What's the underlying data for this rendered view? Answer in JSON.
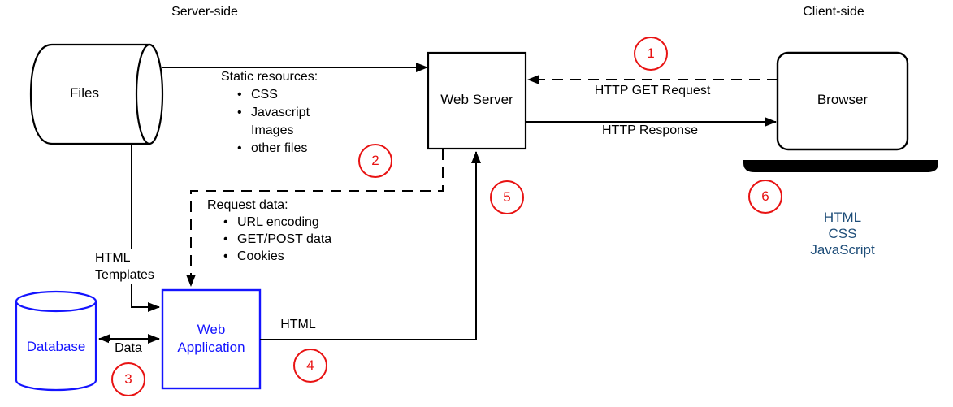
{
  "regions": {
    "server_side": "Server-side",
    "client_side": "Client-side"
  },
  "nodes": {
    "files": {
      "label": "Files",
      "shape": "horizontal-cylinder",
      "color": "#000000"
    },
    "web_server": {
      "label": "Web Server",
      "shape": "rectangle",
      "color": "#000000"
    },
    "browser": {
      "label": "Browser",
      "shape": "rounded-rectangle",
      "color": "#000000"
    },
    "database": {
      "label": "Database",
      "shape": "cylinder",
      "color": "#1414ff"
    },
    "web_application": {
      "label": "Web\nApplication",
      "shape": "rectangle",
      "color": "#1414ff"
    }
  },
  "edges": {
    "static_resources": {
      "title": "Static resources:",
      "items": [
        "CSS",
        "Javascript\nImages",
        "other files"
      ],
      "style": "solid",
      "from": "files",
      "to": "web_server"
    },
    "http_get_request": {
      "label": "HTTP GET Request",
      "style": "dashed",
      "from": "browser",
      "to": "web_server"
    },
    "http_response": {
      "label": "HTTP Response",
      "style": "solid",
      "from": "web_server",
      "to": "browser"
    },
    "request_data": {
      "title": "Request data:",
      "items": [
        "URL encoding",
        "GET/POST data",
        "Cookies"
      ],
      "style": "dashed",
      "from": "web_server",
      "to": "web_application"
    },
    "html_templates": {
      "label": "HTML\nTemplates",
      "style": "solid",
      "from": "files",
      "to": "web_application"
    },
    "data": {
      "label": "Data",
      "style": "solid-bidirectional",
      "from": "database",
      "to": "web_application"
    },
    "html": {
      "label": "HTML",
      "style": "solid",
      "from": "web_application",
      "to": "web_server"
    }
  },
  "browser_stack": {
    "lines": [
      "HTML",
      "CSS",
      "JavaScript"
    ]
  },
  "steps": [
    "1",
    "2",
    "3",
    "4",
    "5",
    "6"
  ],
  "colors": {
    "line": "#000000",
    "node_accent_blue": "#1414ff",
    "step_red": "#e81313",
    "stack_blue": "#1f4e79"
  }
}
